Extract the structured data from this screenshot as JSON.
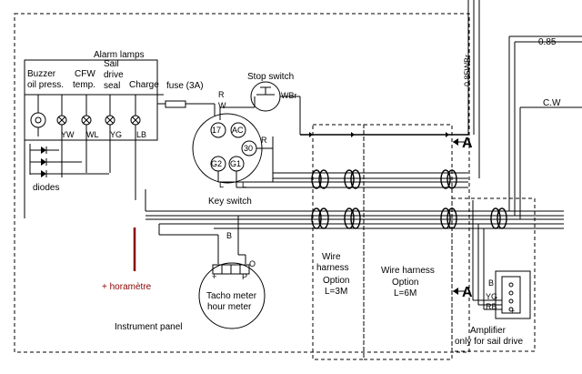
{
  "labels": {
    "alarm_lamps": "Alarm lamps",
    "buzzer": "Buzzer",
    "oil_press": "oil press.",
    "cfw": "CFW",
    "temp": "temp.",
    "sail": "Sail",
    "drive": "drive",
    "seal": "seal",
    "charge": "Charge",
    "fuse": "fuse (3A)",
    "stop_switch": "Stop switch",
    "wbr_stop": "WBr",
    "r_top": "R",
    "w_top": "W",
    "r_mid": "R",
    "yw": "YW",
    "wl": "WL",
    "yg": "YG",
    "lb": "LB",
    "diodes": "diodes",
    "key_switch": "Key switch",
    "t17": "17",
    "tac": "AC",
    "t30": "30",
    "tg2": "G2",
    "tg1": "G1",
    "l1": "L",
    "l2": "L",
    "b_tacho": "B",
    "o_tacho": "O",
    "p_tacho": "P",
    "plus_tacho": "+",
    "horametre": "+ horamètre",
    "tacho_line1": "Tacho meter",
    "tacho_line2": "hour meter",
    "instrument_panel": "Instrument panel",
    "wire": "Wire",
    "harness": "harness",
    "option_left": "Option",
    "l3m": "L=3M",
    "wire_harness": "Wire harness",
    "option_right": "Option",
    "l6m": "L=6M",
    "a_top": "A",
    "a_bottom": "A",
    "wbr_085": "0.85WBr",
    "v085": "0.85",
    "cw": "C.W",
    "amp_b": "B",
    "amp_yg": "YG",
    "amp_rb": "RB",
    "amp_plus": "+",
    "amplifier1": "Amplifier",
    "amplifier2": "only for sail drive"
  }
}
